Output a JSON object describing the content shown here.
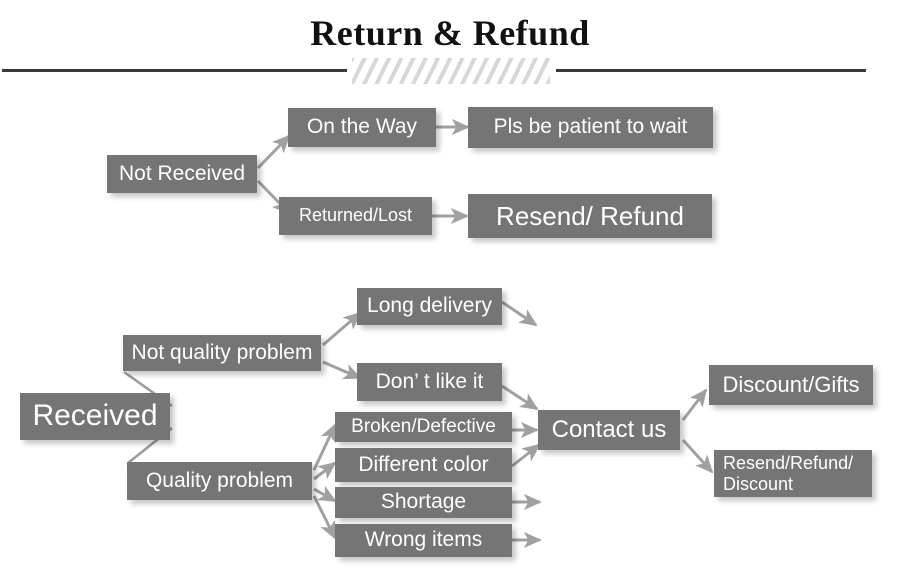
{
  "header": {
    "title": "Return & Refund",
    "divider_hatch": "diagonal-hatch-ornament"
  },
  "colors": {
    "node_fill": "#757575",
    "node_text": "#ffffff",
    "arrow": "#a0a0a0",
    "divider": "#3a3a3a",
    "hatch": "#d7d7d9",
    "background": "#ffffff"
  },
  "diagram": {
    "type": "flowchart",
    "branches": [
      {
        "root": "Not Received",
        "paths": [
          {
            "stage": "On the Way",
            "outcome": "Pls be patient to wait"
          },
          {
            "stage": "Returned/Lost",
            "outcome": "Resend/ Refund"
          }
        ]
      },
      {
        "root": "Received",
        "paths": [
          {
            "category": "Not quality problem",
            "issues": [
              "Long delivery",
              "Don’ t like it"
            ]
          },
          {
            "category": "Quality problem",
            "issues": [
              "Broken/Defective",
              "Different color",
              "Shortage",
              "Wrong items"
            ]
          }
        ],
        "action": "Contact us",
        "resolutions": [
          "Discount/Gifts",
          "Resend/Refund/ Discount"
        ]
      }
    ]
  },
  "nodes": {
    "not_received": "Not Received",
    "on_the_way": "On the Way",
    "pls_be_patient": "Pls be patient to wait",
    "returned_lost": "Returned/Lost",
    "resend_refund": "Resend/ Refund",
    "received": "Received",
    "not_quality_problem": "Not quality problem",
    "quality_problem": "Quality problem",
    "long_delivery": "Long delivery",
    "dont_like_it": "Don’ t like it",
    "broken_defective": "Broken/Defective",
    "different_color": "Different color",
    "shortage": "Shortage",
    "wrong_items": "Wrong items",
    "contact_us": "Contact us",
    "discount_gifts": "Discount/Gifts",
    "resend_refund_discount": "Resend/Refund/ Discount"
  }
}
